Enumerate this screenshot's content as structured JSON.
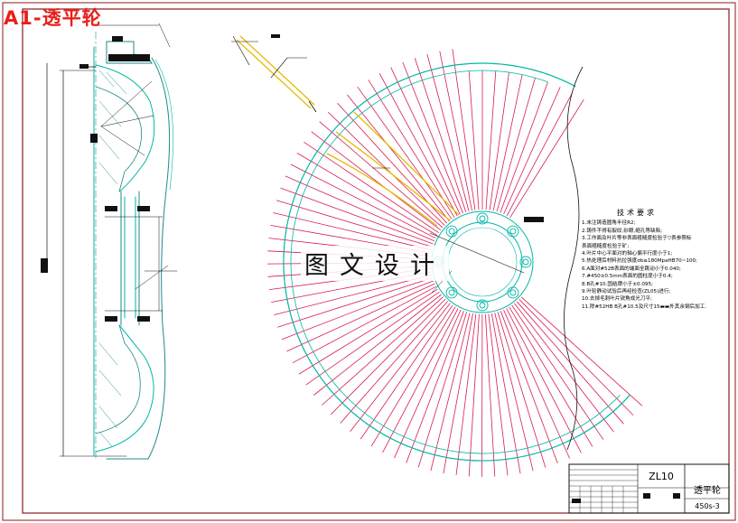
{
  "drawing": {
    "title": "A1-透平轮",
    "watermark": "图文设计"
  },
  "technical_requirements": {
    "heading": "技术要求",
    "items": [
      "1.未注铸造圆角半径R2;",
      "2.铸件不得有裂纹,砂眼,缩孔等缺陷;",
      "3.工作面及叶片等非表面粗糙度检验于▽表参照标",
      "表面粗糙度检验于矿;",
      "4.叶片中心平面对的轴心偏平行度小于1;",
      "5.热处理后材料抗拉强度σb≥180MpaHB70~100;",
      "6.A面对#52B表面的端面全跳动小于0.040;",
      "7.#450±0.5mm表面的圆柱度小于0.4;",
      "8.B孔#10.固结牌小于±0.095;",
      "9.叶轮静动试验后再经检查(ZL05)进行;",
      "10.去掉毛刺叶片锐角成光刀平;",
      "11.除#52HB B孔#10.5及尺寸15▬▬外其余钢后加工."
    ]
  },
  "title_block": {
    "code": "ZL10",
    "part_name": "透平轮",
    "drawing_no": "450s-3"
  },
  "colors": {
    "frame": "#8b1a1a",
    "outline": "#1f8a8a",
    "contour": "#00b7a7",
    "hatch": "#d81b52",
    "blade_highlight": "#e7b900",
    "dim": "#111111",
    "title": "#e8201c"
  }
}
